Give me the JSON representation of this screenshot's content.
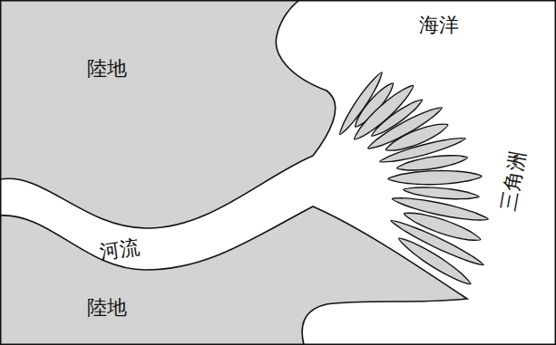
{
  "diagram": {
    "labels": [
      "陸地",
      "海洋",
      "河流",
      "三角洲",
      "陸地"
    ]
  }
}
